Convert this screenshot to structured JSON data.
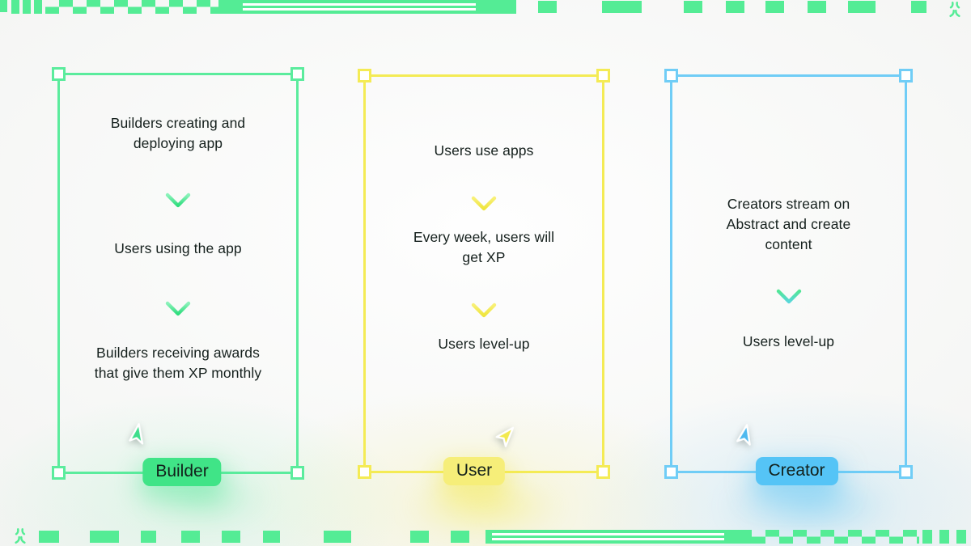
{
  "panels": [
    {
      "label": "Builder",
      "steps": [
        "Builders creating and deploying app",
        "Users using the app",
        "Builders receiving awards that give them XP monthly"
      ]
    },
    {
      "label": "User",
      "steps": [
        "Users use apps",
        "Every week, users will get XP",
        "Users level-up"
      ]
    },
    {
      "label": "Creator",
      "steps": [
        "Creators stream on Abstract and create content",
        "Users level-up"
      ]
    }
  ],
  "colors": {
    "green_border": "#5BEC9D",
    "green_tag": "#40E487",
    "green_pattern": "#54EC95",
    "yellow_border": "#F4EB55",
    "yellow_tag": "#F6EE79",
    "blue_border": "#70CDF6",
    "blue_tag": "#55C4F6",
    "text": "#15201D",
    "cursor_green": "#3EDE8C",
    "cursor_yellow": "#F2E94F",
    "cursor_blue": "#4FB9EF"
  }
}
